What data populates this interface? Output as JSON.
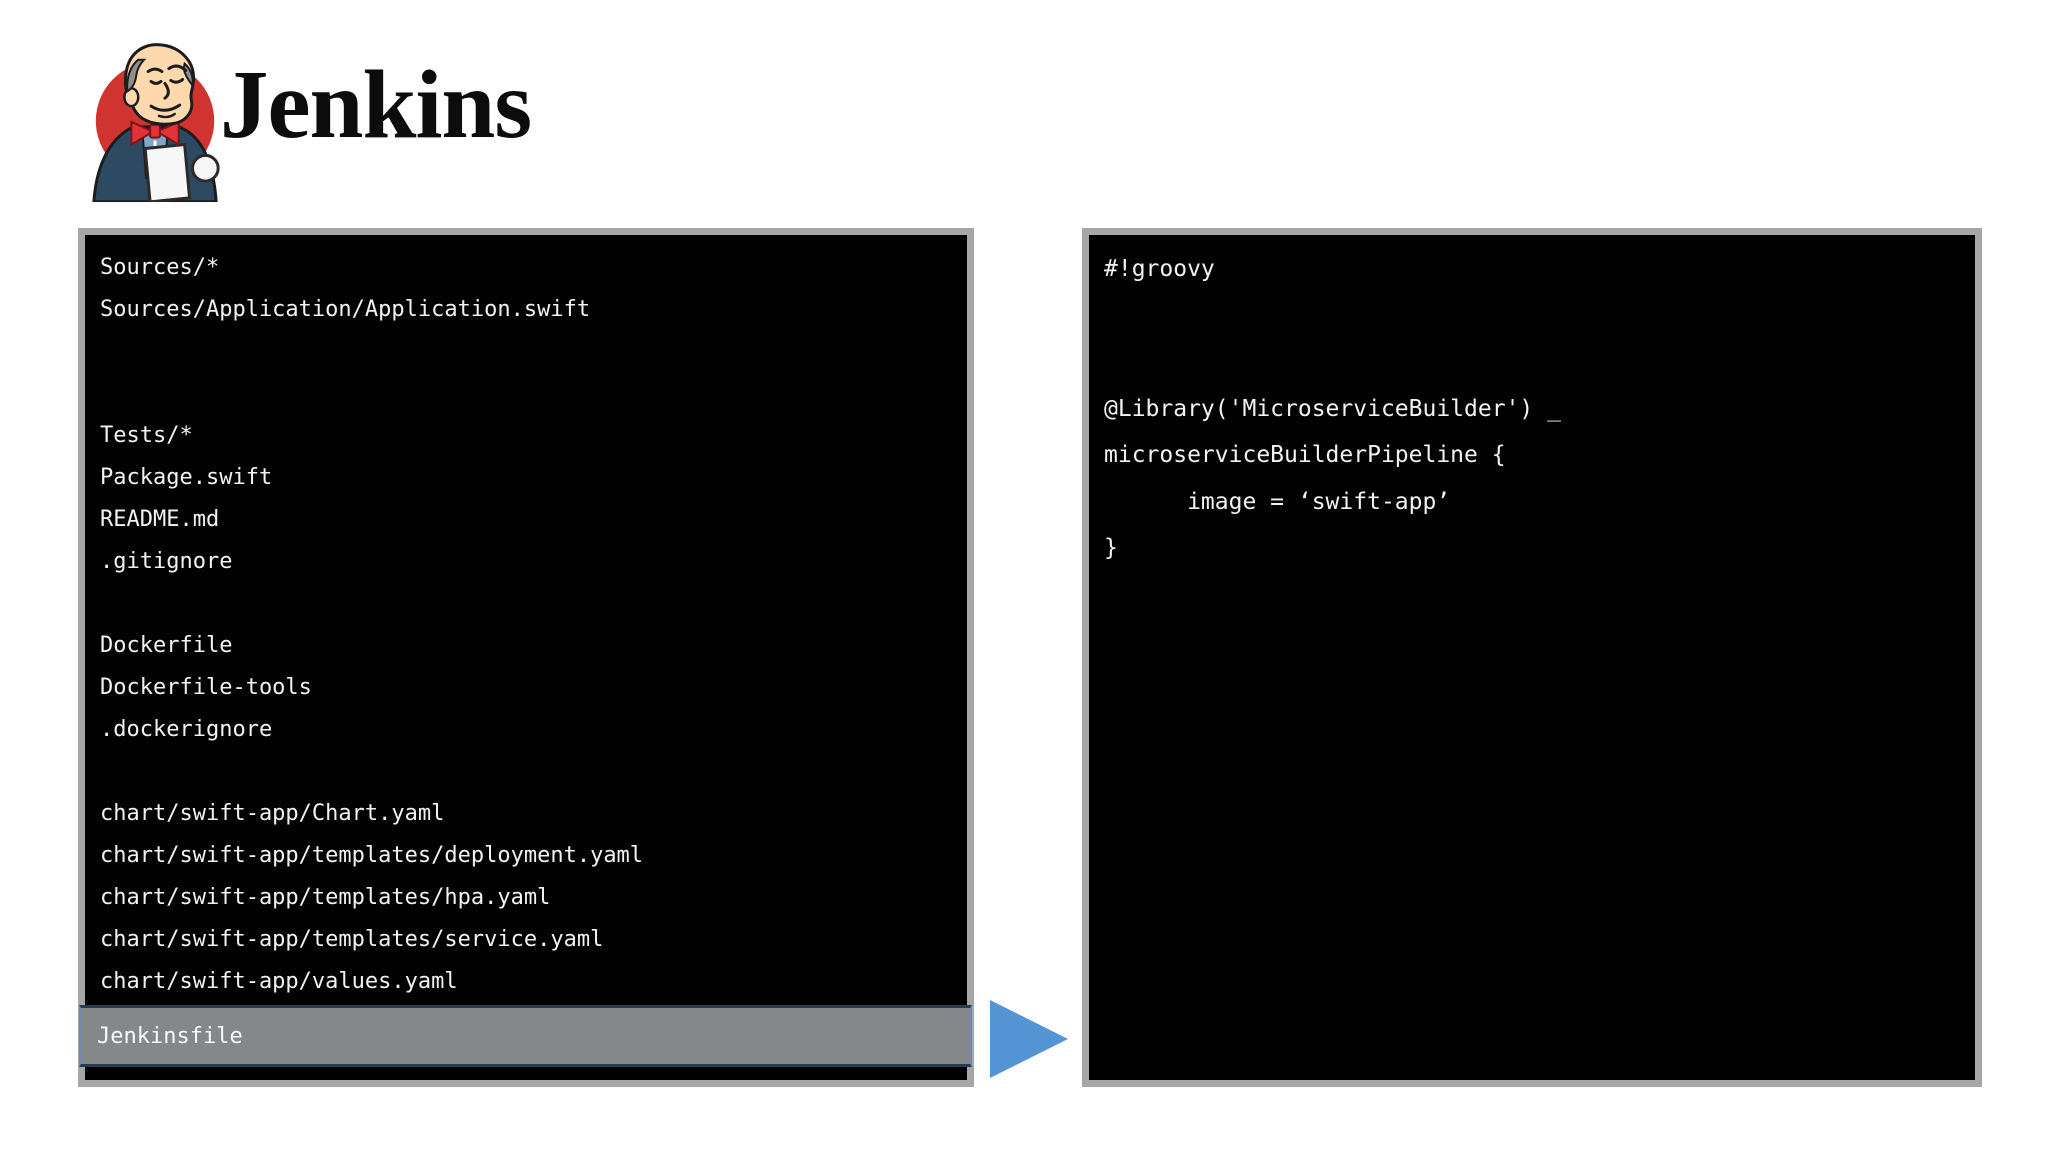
{
  "logo": {
    "title": "Jenkins",
    "mascot_icon": "jenkins-mascot-icon"
  },
  "left_panel": {
    "lines": [
      "Sources/*",
      "Sources/Application/Application.swift",
      "",
      "",
      "Tests/*",
      "Package.swift",
      "README.md",
      ".gitignore",
      "",
      "Dockerfile",
      "Dockerfile-tools",
      ".dockerignore",
      "",
      "chart/swift-app/Chart.yaml",
      "chart/swift-app/templates/deployment.yaml",
      "chart/swift-app/templates/hpa.yaml",
      "chart/swift-app/templates/service.yaml",
      "chart/swift-app/values.yaml"
    ],
    "selected_file": "Jenkinsfile"
  },
  "arrow": {
    "icon": "right-arrow-icon",
    "color": "#5494d4"
  },
  "right_panel": {
    "lines": [
      "#!groovy",
      "",
      "",
      "@Library('MicroserviceBuilder') _",
      "microserviceBuilderPipeline {",
      "      image = ‘swift-app’",
      "}"
    ]
  },
  "colors": {
    "page_background": "#fefefe",
    "panel_background": "#020202",
    "panel_border": "#a6a6a6",
    "terminal_text": "#f2f2f2",
    "highlight_background": "#85888b",
    "highlight_border": "#6a8cb0",
    "arrow_blue": "#5494d4",
    "jenkins_red": "#cf3430",
    "logo_text": "#0c0c0c"
  }
}
